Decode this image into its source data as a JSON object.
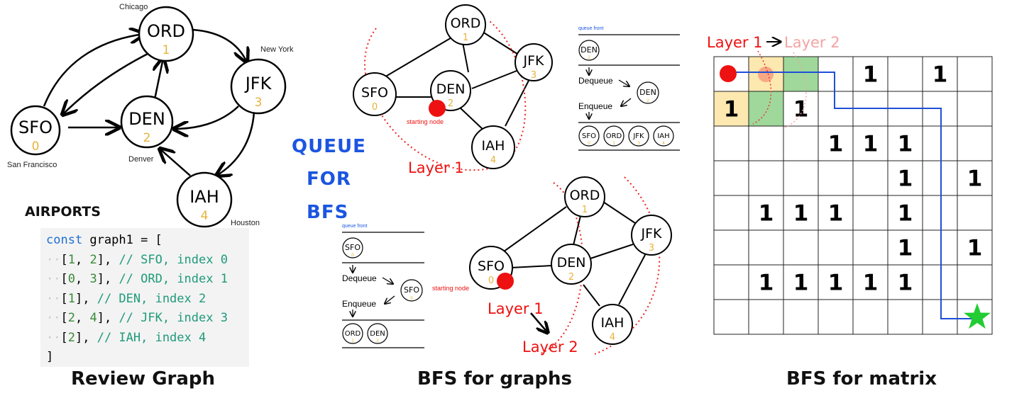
{
  "review": {
    "caption": "Review Graph",
    "heading": "AIRPORTS",
    "nodes": [
      {
        "code": "SFO",
        "index": "0",
        "city": "San Francisco"
      },
      {
        "code": "ORD",
        "index": "1",
        "city": "Chicago"
      },
      {
        "code": "DEN",
        "index": "2",
        "city": "Denver"
      },
      {
        "code": "JFK",
        "index": "3",
        "city": "New York"
      },
      {
        "code": "IAH",
        "index": "4",
        "city": "Houston"
      }
    ],
    "code_lines": [
      {
        "kw": "const",
        "rest": " graph1 = ["
      },
      {
        "arr": "[1, 2],",
        "comment": " // SFO, index 0"
      },
      {
        "arr": "[0, 3],",
        "comment": " // ORD, index 1"
      },
      {
        "arr": "[1],",
        "comment": " // DEN, index 2"
      },
      {
        "arr": "[2, 4],",
        "comment": " // JFK, index 3"
      },
      {
        "arr": "[2],",
        "comment": " // IAH, index 4"
      },
      {
        "close": "]"
      }
    ]
  },
  "bfs_graph": {
    "caption": "BFS for graphs",
    "side_title": [
      "QUEUE",
      "FOR",
      "BFS"
    ],
    "queue_front": "queue front",
    "dequeue": "Dequeue",
    "enqueue": "Enqueue",
    "starting_node": "starting node",
    "layer1": "Layer 1",
    "layer2": "Layer 2",
    "top_example": {
      "front": "DEN",
      "dequeued": "DEN",
      "queue": [
        "SFO",
        "ORD",
        "JFK",
        "IAH"
      ]
    },
    "bottom_example": {
      "front": "SFO",
      "dequeued": "SFO",
      "queue": [
        "ORD",
        "DEN"
      ]
    }
  },
  "bfs_matrix": {
    "caption": "BFS for matrix",
    "layer1": "Layer 1",
    "layer2": "Layer 2",
    "colors": {
      "layer1": "#fde8b0",
      "layer2": "#9fd89a",
      "path": "#1f4fd8",
      "start": "#ee1111",
      "goal": "#22cc33"
    },
    "grid": [
      [
        "",
        "",
        "",
        "",
        "1",
        "",
        "1",
        ""
      ],
      [
        "1",
        "",
        "1",
        "",
        "",
        "",
        "",
        ""
      ],
      [
        "",
        "",
        "",
        "1",
        "1",
        "1",
        "",
        ""
      ],
      [
        "",
        "",
        "",
        "",
        "",
        "1",
        "",
        "1"
      ],
      [
        "",
        "1",
        "1",
        "1",
        "",
        "1",
        "",
        ""
      ],
      [
        "",
        "",
        "",
        "",
        "",
        "1",
        "",
        "1"
      ],
      [
        "",
        "1",
        "1",
        "1",
        "1",
        "1",
        "",
        ""
      ],
      [
        "",
        "",
        "",
        "",
        "",
        "",
        "",
        ""
      ]
    ]
  }
}
